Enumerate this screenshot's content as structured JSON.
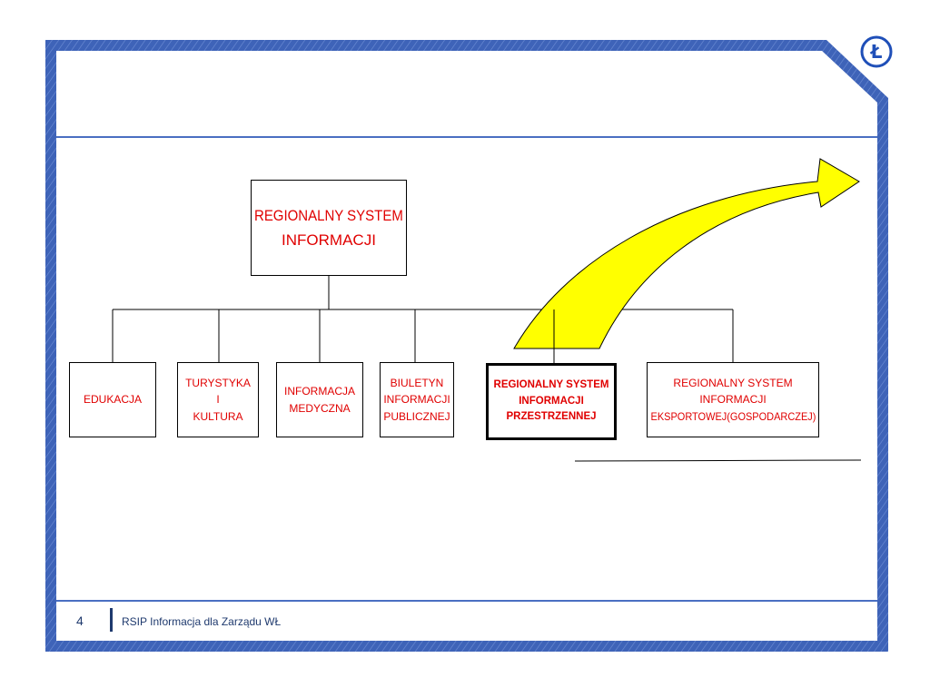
{
  "logo": {
    "glyph": "Ł",
    "color": "#1f4fb8"
  },
  "diagram": {
    "root": {
      "lines": [
        "REGIONALNY SYSTEM",
        "INFORMACJI"
      ]
    },
    "children": [
      {
        "lines": [
          "EDUKACJA"
        ]
      },
      {
        "lines": [
          "TURYSTYKA",
          "I",
          "KULTURA"
        ]
      },
      {
        "lines": [
          "INFORMACJA",
          "MEDYCZNA"
        ]
      },
      {
        "lines": [
          "BIULETYN",
          "INFORMACJI",
          "PUBLICZNEJ"
        ]
      },
      {
        "lines": [
          "REGIONALNY SYSTEM",
          "INFORMACJI",
          "PRZESTRZENNEJ"
        ],
        "highlighted": true
      },
      {
        "lines": [
          "REGIONALNY SYSTEM",
          "INFORMACJI",
          "EKSPORTOWEJ(GOSPODARCZEJ)"
        ]
      }
    ]
  },
  "colors": {
    "frame": "#3a5fb0",
    "box_text": "#e00000",
    "arrow_fill": "#ffff00",
    "footer_text": "#1f3a6e"
  },
  "footer": {
    "page_number": "4",
    "text": "RSIP Informacja dla Zarządu WŁ"
  }
}
